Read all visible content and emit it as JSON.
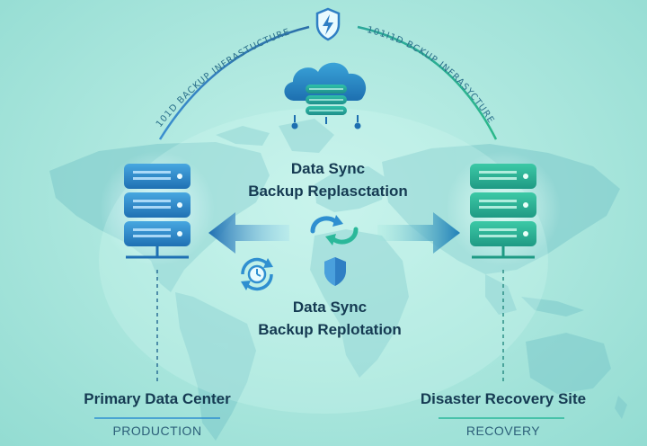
{
  "top_arc": {
    "left_label": "101D BACKUP INFRASTUCTURE",
    "right_label": "101I1D BCKUP INFRASYCTURE"
  },
  "center": {
    "caption_top": [
      "Data Sync",
      "Backup Replasctation"
    ],
    "caption_bottom": [
      "Data Sync",
      "Backup Replotation"
    ]
  },
  "left_site": {
    "title": "Primary Data Center",
    "subtitle": "PRODUCTION"
  },
  "right_site": {
    "title": "Disaster Recovery Site",
    "subtitle": "RECOVERY"
  },
  "colors": {
    "primary": "#2f8fd0",
    "recovery": "#2bb89a",
    "shield": "#2f7fc4",
    "text": "#153a52"
  },
  "icons": {
    "top": "shield-bolt-icon",
    "cloud": "cloud-database-icon",
    "left_server": "server-stack-icon",
    "right_server": "server-stack-icon",
    "sync": "sync-arrows-icon",
    "clock_sync": "clock-sync-icon",
    "shield": "shield-icon"
  }
}
